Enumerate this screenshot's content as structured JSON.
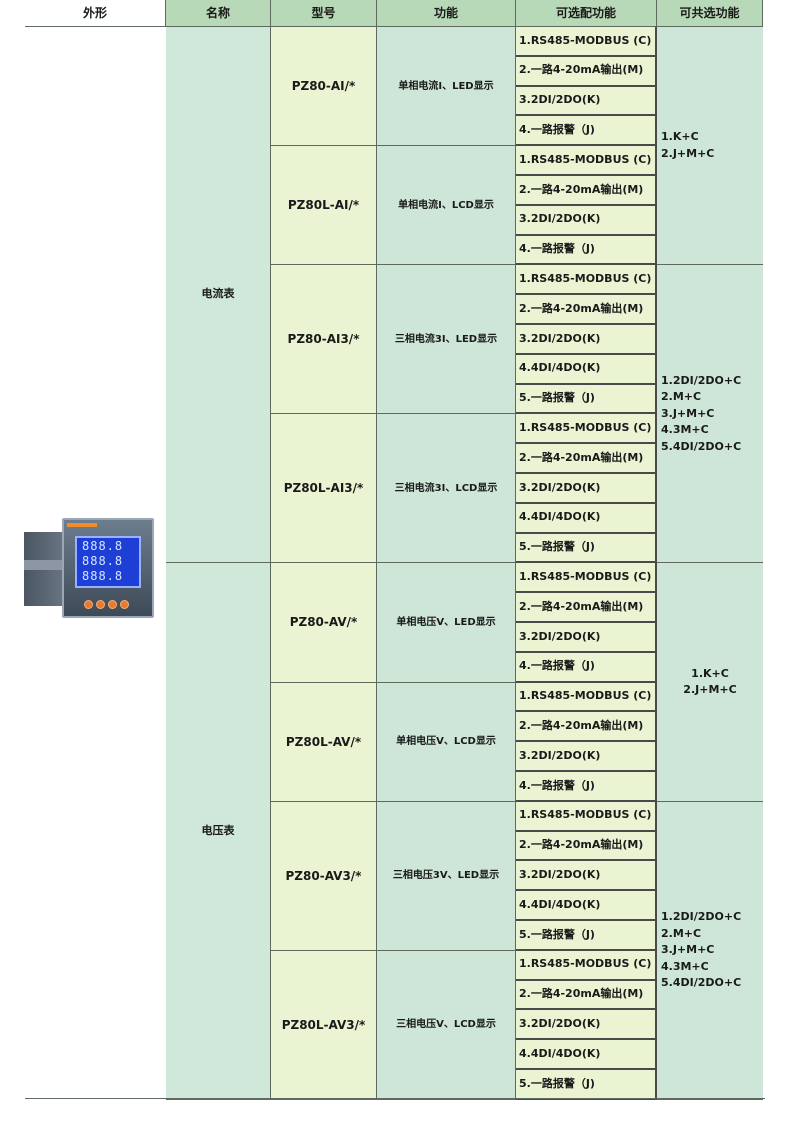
{
  "headers": [
    "外形",
    "名称",
    "型号",
    "功能",
    "可选配功能",
    "可共选功能"
  ],
  "meter_screen": [
    "888.8",
    "888.8",
    "888.8"
  ],
  "groups": [
    {
      "name": "电流表",
      "combos": [
        {
          "text": [
            "1.K+C",
            "2.J+M+C"
          ],
          "align": "left"
        },
        {
          "text": [
            "1.2DI/2DO+C",
            "2.M+C",
            "3.J+M+C",
            "4.3M+C",
            "5.4DI/2DO+C"
          ],
          "align": "left"
        }
      ],
      "models": [
        {
          "model": "PZ80-AI/*",
          "function": "单相电流I、LED显示",
          "combo": 0,
          "options": [
            "1.RS485-MODBUS (C)",
            "2.一路4-20mA输出(M)",
            "3.2DI/2DO(K)",
            "4.一路报警（J)"
          ]
        },
        {
          "model": "PZ80L-AI/*",
          "function": "单相电流I、LCD显示",
          "combo": 0,
          "options": [
            "1.RS485-MODBUS (C)",
            "2.一路4-20mA输出(M)",
            "3.2DI/2DO(K)",
            "4.一路报警（J)"
          ]
        },
        {
          "model": "PZ80-AI3/*",
          "function": "三相电流3I、LED显示",
          "combo": 1,
          "options": [
            "1.RS485-MODBUS (C)",
            "2.一路4-20mA输出(M)",
            "3.2DI/2DO(K)",
            "4.4DI/4DO(K)",
            "5.一路报警（J)"
          ]
        },
        {
          "model": "PZ80L-AI3/*",
          "function": "三相电流3I、LCD显示",
          "combo": 1,
          "options": [
            "1.RS485-MODBUS (C)",
            "2.一路4-20mA输出(M)",
            "3.2DI/2DO(K)",
            "4.4DI/4DO(K)",
            "5.一路报警（J)"
          ]
        }
      ]
    },
    {
      "name": "电压表",
      "combos": [
        {
          "text": [
            "1.K+C",
            "2.J+M+C"
          ],
          "align": "center"
        },
        {
          "text": [
            "1.2DI/2DO+C",
            "2.M+C",
            "3.J+M+C",
            "4.3M+C",
            "5.4DI/2DO+C"
          ],
          "align": "left"
        }
      ],
      "models": [
        {
          "model": "PZ80-AV/*",
          "function": "单相电压V、LED显示",
          "combo": 0,
          "options": [
            "1.RS485-MODBUS (C)",
            "2.一路4-20mA输出(M)",
            "3.2DI/2DO(K)",
            "4.一路报警（J)"
          ]
        },
        {
          "model": "PZ80L-AV/*",
          "function": "单相电压V、LCD显示",
          "combo": 0,
          "options": [
            "1.RS485-MODBUS (C)",
            "2.一路4-20mA输出(M)",
            "3.2DI/2DO(K)",
            "4.一路报警（J)"
          ]
        },
        {
          "model": "PZ80-AV3/*",
          "function": "三相电压3V、LED显示",
          "combo": 1,
          "options": [
            "1.RS485-MODBUS (C)",
            "2.一路4-20mA输出(M)",
            "3.2DI/2DO(K)",
            "4.4DI/4DO(K)",
            "5.一路报警（J)"
          ]
        },
        {
          "model": "PZ80L-AV3/*",
          "function": "三相电压V、LCD显示",
          "combo": 1,
          "options": [
            "1.RS485-MODBUS (C)",
            "2.一路4-20mA输出(M)",
            "3.2DI/2DO(K)",
            "4.4DI/4DO(K)",
            "5.一路报警（J)"
          ]
        }
      ]
    }
  ]
}
